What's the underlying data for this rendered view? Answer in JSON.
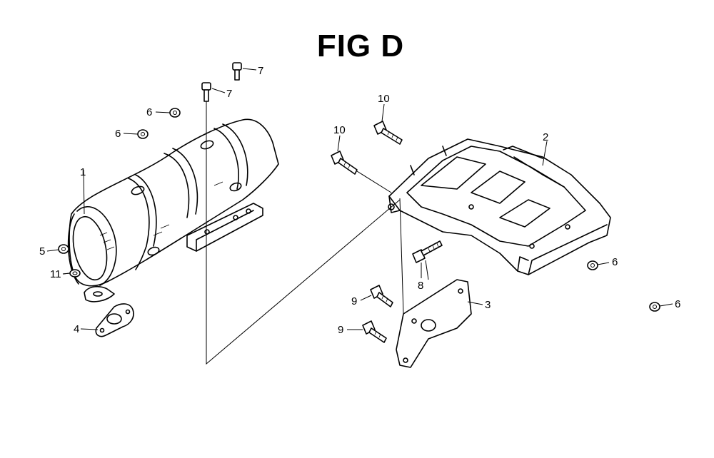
{
  "figure": {
    "title": "FIG D"
  },
  "callouts": [
    {
      "id": "c1",
      "label": "1"
    },
    {
      "id": "c2",
      "label": "2"
    },
    {
      "id": "c3",
      "label": "3"
    },
    {
      "id": "c4",
      "label": "4"
    },
    {
      "id": "c5",
      "label": "5"
    },
    {
      "id": "c6a",
      "label": "6"
    },
    {
      "id": "c6b",
      "label": "6"
    },
    {
      "id": "c6c",
      "label": "6"
    },
    {
      "id": "c6d",
      "label": "6"
    },
    {
      "id": "c7a",
      "label": "7"
    },
    {
      "id": "c7b",
      "label": "7"
    },
    {
      "id": "c8",
      "label": "8"
    },
    {
      "id": "c9a",
      "label": "9"
    },
    {
      "id": "c9b",
      "label": "9"
    },
    {
      "id": "c10a",
      "label": "10"
    },
    {
      "id": "c10b",
      "label": "10"
    },
    {
      "id": "c11",
      "label": "11"
    }
  ]
}
